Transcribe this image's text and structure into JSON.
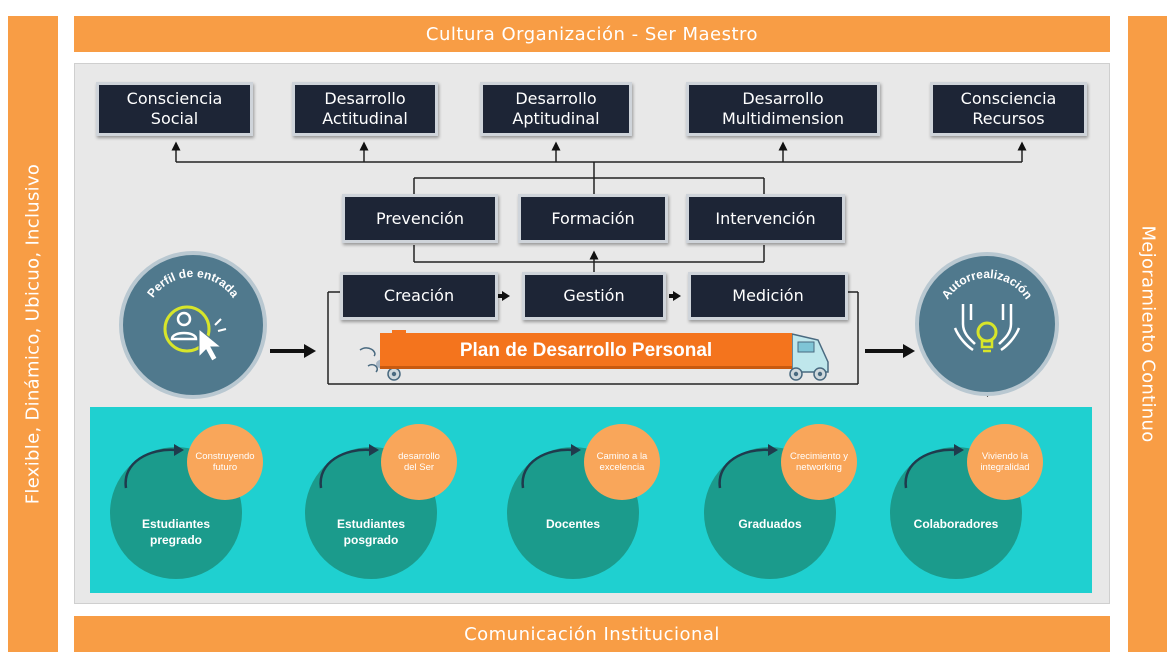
{
  "top_banner": "Cultura Organización - Ser Maestro",
  "bottom_banner": "Comunicación Institucional",
  "left_band": "Flexible, Dinámico, Ubicuo, Inclusivo",
  "right_band": "Mejoramiento Continuo",
  "top_boxes": [
    {
      "line1": "Consciencia",
      "line2": "Social"
    },
    {
      "line1": "Desarrollo",
      "line2": "Actitudinal"
    },
    {
      "line1": "Desarrollo",
      "line2": "Aptitudinal"
    },
    {
      "line1": "Desarrollo",
      "line2": "Multidimension"
    },
    {
      "line1": "Consciencia",
      "line2": "Recursos"
    }
  ],
  "middle_boxes": [
    "Prevención",
    "Formación",
    "Intervención"
  ],
  "process_boxes": [
    "Creación",
    "Gestión",
    "Medición"
  ],
  "plan_label": "Plan de Desarrollo Personal",
  "entry_circle": {
    "label": "Perfil de entrada",
    "icon": "user-click-icon"
  },
  "exit_circle": {
    "label": "Autorrealización",
    "icon": "hands-lightbulb-icon"
  },
  "groups": [
    {
      "line1": "Estudiantes",
      "line2": "pregrado",
      "tag1": "Construyendo",
      "tag2": "futuro"
    },
    {
      "line1": "Estudiantes",
      "line2": "posgrado",
      "tag1": "desarrollo",
      "tag2": "del Ser"
    },
    {
      "line1": "Docentes",
      "line2": "",
      "tag1": "Camino a la",
      "tag2": "excelencia"
    },
    {
      "line1": "Graduados",
      "line2": "",
      "tag1": "Crecimiento y",
      "tag2": "networking"
    },
    {
      "line1": "Colaboradores",
      "line2": "",
      "tag1": "Viviendo la",
      "tag2": "integralidad"
    }
  ],
  "colors": {
    "orange": "#f89d45",
    "navy": "#1d2536",
    "teal": "#1fd0d0",
    "circle_teal": "#1b9b8c",
    "steel_blue": "#50798d",
    "plan_orange": "#f4741d"
  }
}
